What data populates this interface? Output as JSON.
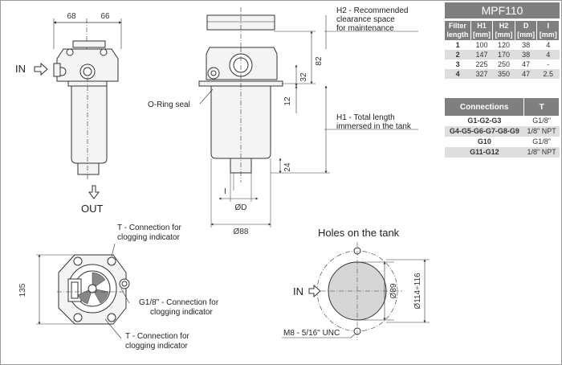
{
  "table_title": "MPF110",
  "dimensions_table": {
    "headers": [
      {
        "name": "Filter",
        "unit": "length"
      },
      {
        "name": "H1",
        "unit": "[mm]"
      },
      {
        "name": "H2",
        "unit": "[mm]"
      },
      {
        "name": "D",
        "unit": "[mm]"
      },
      {
        "name": "I",
        "unit": "[mm]"
      }
    ],
    "rows": [
      [
        "1",
        "100",
        "120",
        "38",
        "4"
      ],
      [
        "2",
        "147",
        "170",
        "38",
        "4"
      ],
      [
        "3",
        "225",
        "250",
        "47",
        "-"
      ],
      [
        "4",
        "327",
        "350",
        "47",
        "2.5"
      ]
    ]
  },
  "connections_table": {
    "headers": [
      "Connections",
      "T"
    ],
    "rows": [
      [
        "G1-G2-G3",
        "G1/8\""
      ],
      [
        "G4-G5-G6-G7-G8-G9",
        "1/8\" NPT"
      ],
      [
        "G10",
        "G1/8\""
      ],
      [
        "G11-G12",
        "1/8\" NPT"
      ]
    ]
  },
  "front_view": {
    "dim_left": "68",
    "dim_right": "66",
    "in_label": "IN",
    "out_label": "OUT"
  },
  "side_view": {
    "h2_label_1": "H2 - Recommended",
    "h2_label_2": "clearance space",
    "h2_label_3": "for maintenance",
    "oring_label": "O-Ring seal",
    "h1_label_1": "H1 - Total length",
    "h1_label_2": "immersed in the tank",
    "dim_82": "82",
    "dim_32": "32",
    "dim_12": "12",
    "dim_24": "24",
    "dim_I": "I",
    "dim_D": "ØD",
    "dim_88": "Ø88"
  },
  "top_view": {
    "dim_135": "135",
    "t_conn_top_1": "T - Connection for",
    "t_conn_top_2": "clogging indicator",
    "g18_1": "G1/8\" - Connection for",
    "g18_2": "clogging indicator",
    "t_conn_bot_1": "T - Connection for",
    "t_conn_bot_2": "clogging indicator"
  },
  "holes": {
    "title": "Holes on the tank",
    "in_label": "IN",
    "dim_89": "Ø89",
    "dim_114": "Ø114÷116",
    "thread_label": "M8 - 5/16\" UNC"
  }
}
